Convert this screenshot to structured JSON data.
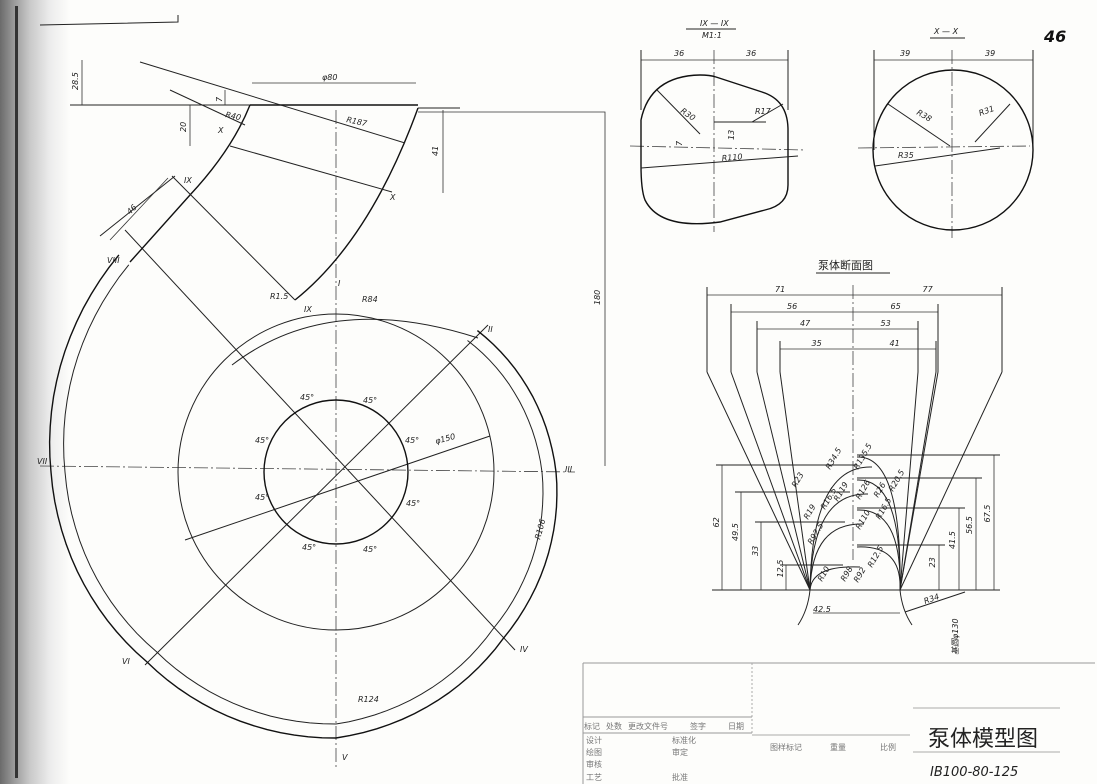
{
  "sheet": {
    "page_number": "46",
    "drawing_title": "泵体模型图",
    "drawing_number": "IB100-80-125"
  },
  "title_block": {
    "header_row": [
      "标记",
      "处数",
      "更改文件号",
      "签字",
      "日期"
    ],
    "rows": [
      [
        "设计",
        "标准化"
      ],
      [
        "绘图",
        "审定"
      ],
      [
        "审核",
        ""
      ],
      [
        "工艺",
        "批准"
      ]
    ],
    "middle_row": [
      "图样标记",
      "重量",
      "比例"
    ]
  },
  "main_view": {
    "dims": {
      "d80": "φ80",
      "d28_5": "28.5",
      "d7": "7",
      "d20": "20",
      "r40": "R40",
      "r187": "R187",
      "d41": "41",
      "d46": "46",
      "r1_5": "R1.5",
      "r84": "R84",
      "d180": "180",
      "d150": "φ150",
      "r106": "R106",
      "r124": "R124"
    },
    "angle_label": "45°",
    "section_marks": {
      "I": "I",
      "II": "II",
      "III": "III",
      "IV": "IV",
      "V": "V",
      "VI": "VI",
      "VII": "VII",
      "VIII": "VIII",
      "IX": "IX",
      "X": "X"
    }
  },
  "section_ix": {
    "title": "IX — IX",
    "scale": "M1:1",
    "dims": {
      "w_left": "36",
      "w_right": "36",
      "r30": "R30",
      "r17": "R17",
      "d7": "7",
      "d13": "13",
      "r110": "R110"
    }
  },
  "section_x": {
    "title": "X — X",
    "dims": {
      "w_left": "39",
      "w_right": "39",
      "r38": "R38",
      "r31": "R31",
      "r35": "R35"
    }
  },
  "casing_sections": {
    "title": "泵体断面图",
    "top_dims": [
      [
        "71",
        "77"
      ],
      [
        "56",
        "65"
      ],
      [
        "47",
        "53"
      ],
      [
        "35",
        "41"
      ]
    ],
    "left_heights": [
      "62",
      "49.5",
      "33",
      "12.5"
    ],
    "right_heights": [
      "67.5",
      "56.5",
      "41.5",
      "23"
    ],
    "radii": [
      "R23",
      "R34.5",
      "R19",
      "R119",
      "R92.5",
      "R16.5",
      "R10",
      "R98",
      "R92",
      "R135.5",
      "R126",
      "R26",
      "R20.5",
      "R110",
      "R16.5",
      "R12.5",
      "R34"
    ],
    "bottom_width": "42.5",
    "note": "基圆φ130"
  }
}
